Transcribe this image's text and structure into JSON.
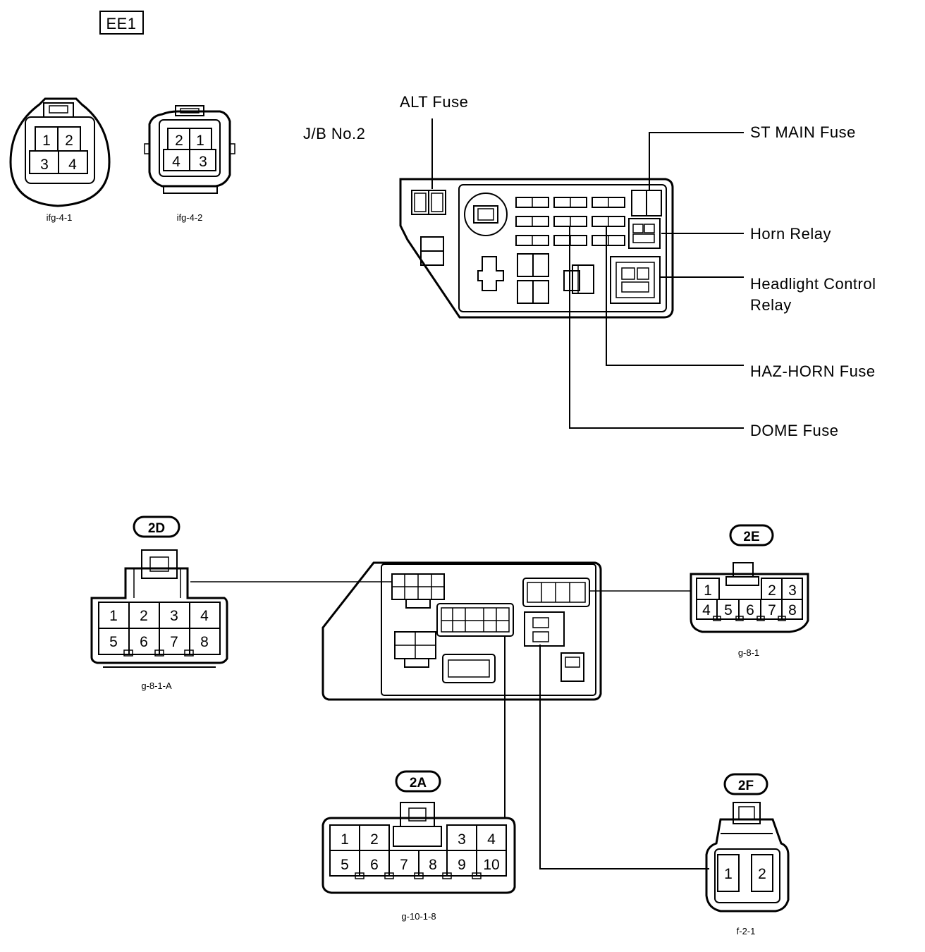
{
  "page_code": "EE1",
  "jb_title": "J/B No.2",
  "callouts": {
    "alt_fuse": "ALT Fuse",
    "st_main_fuse": "ST MAIN Fuse",
    "horn_relay": "Horn Relay",
    "headlight_relay_line1": "Headlight Control",
    "headlight_relay_line2": "Relay",
    "haz_horn_fuse": "HAZ-HORN Fuse",
    "dome_fuse": "DOME Fuse"
  },
  "connectors": {
    "ifg41": {
      "caption": "ifg-4-1",
      "pins": [
        "1",
        "2",
        "3",
        "4"
      ]
    },
    "ifg42": {
      "caption": "ifg-4-2",
      "pins": [
        "2",
        "1",
        "4",
        "3"
      ]
    },
    "c2d": {
      "tag": "2D",
      "caption": "g-8-1-A",
      "pins": [
        "1",
        "2",
        "3",
        "4",
        "5",
        "6",
        "7",
        "8"
      ]
    },
    "c2e": {
      "tag": "2E",
      "caption": "g-8-1",
      "pins": [
        "1",
        "2",
        "3",
        "4",
        "5",
        "6",
        "7",
        "8"
      ]
    },
    "c2a": {
      "tag": "2A",
      "caption": "g-10-1-8",
      "pins": [
        "1",
        "2",
        "3",
        "4",
        "5",
        "6",
        "7",
        "8",
        "9",
        "10"
      ]
    },
    "c2f": {
      "tag": "2F",
      "caption": "f-2-1",
      "pins": [
        "1",
        "2"
      ]
    }
  }
}
